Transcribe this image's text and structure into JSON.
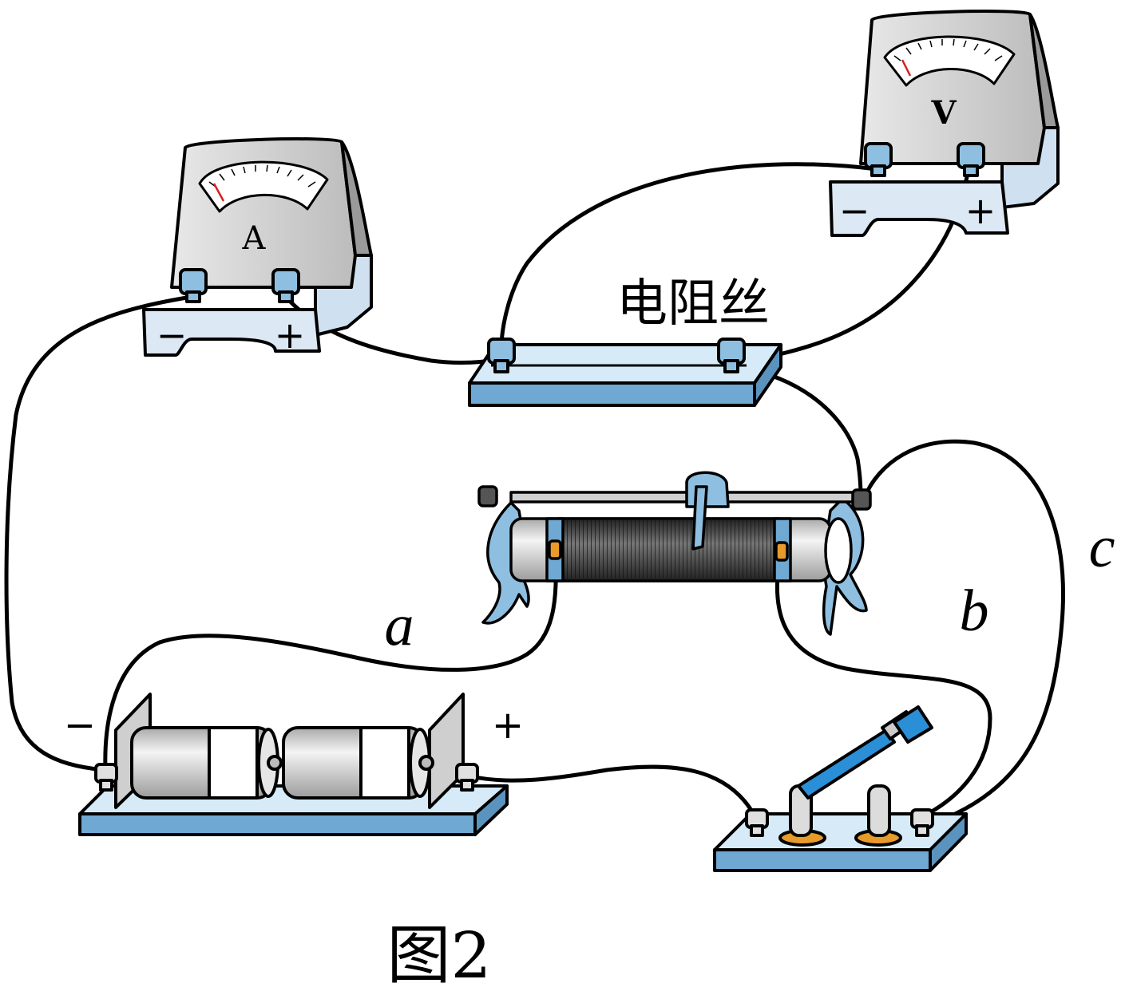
{
  "ammeter": {
    "symbol": "A",
    "neg_label": "−",
    "pos_label": "+"
  },
  "voltmeter": {
    "symbol": "V",
    "neg_label": "−",
    "pos_label": "+"
  },
  "resistance_wire": {
    "label": "电阻丝"
  },
  "wires": {
    "a": "a",
    "b": "b",
    "c": "c"
  },
  "battery": {
    "neg_label": "−",
    "pos_label": "+"
  },
  "caption": "图2",
  "colors": {
    "outline": "#000000",
    "blue_board": "#6fa8d2",
    "light_face": "#d9e6f2",
    "knob_blue": "#8fbfe0",
    "switch_blue": "#2a8fd6",
    "needle_red": "#d62020",
    "contact_orange": "#e89b2a",
    "coil_dark": "#333333"
  }
}
